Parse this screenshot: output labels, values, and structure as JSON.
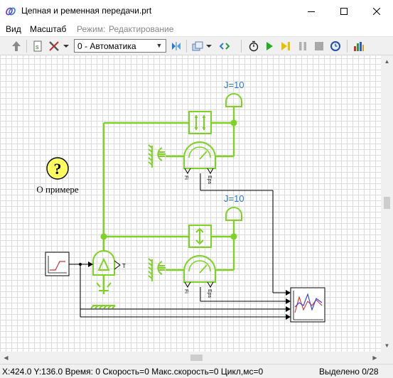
{
  "window": {
    "title": "Цепная и ременная передачи.prt"
  },
  "menu": {
    "items": [
      "Вид",
      "Масштаб"
    ],
    "mode_label": "Режим:",
    "mode_value": "Редактирование"
  },
  "toolbar": {
    "mode_combo_value": "0 - Автоматика"
  },
  "diagram": {
    "inertia_top": "J=10",
    "inertia_bottom": "J=10",
    "help_label": "О примере",
    "help_symbol": "?",
    "sensor_top_out1": "Fi",
    "sensor_top_out2": "Eps",
    "sensor_bottom_out1": "Fi",
    "sensor_bottom_out2": "Eps",
    "motor_out": "T"
  },
  "status": {
    "x": "X:424.0",
    "y": "Y:136.0",
    "time": "Время: 0",
    "speed": "Скорость=0",
    "max_speed": "Макс.скорость=0",
    "cycle": "Цикл,мс=0",
    "selected": "Выделено 0/28"
  },
  "colors": {
    "accent_green": "#7dd321",
    "label_blue": "#2a7ad5",
    "help_yellow": "#ffff60"
  }
}
